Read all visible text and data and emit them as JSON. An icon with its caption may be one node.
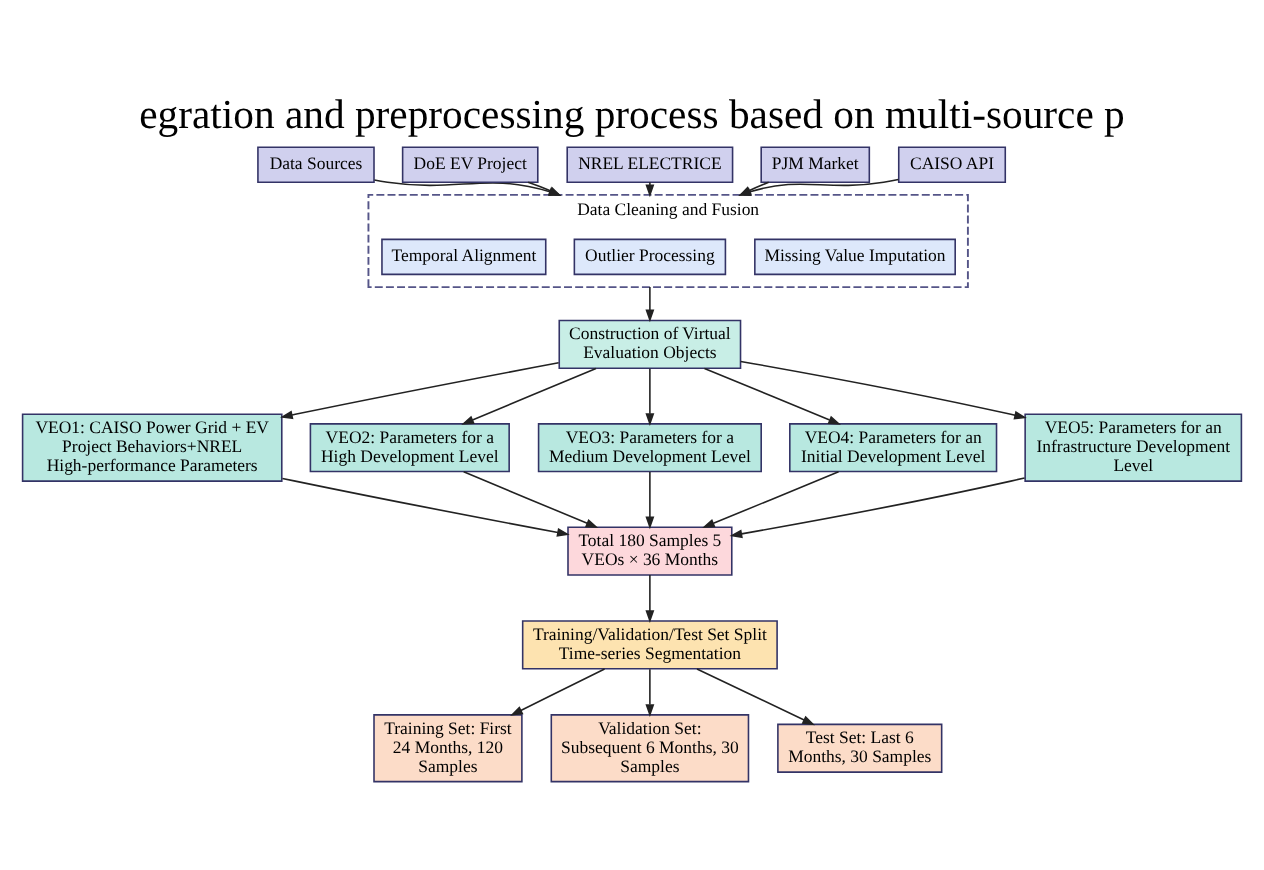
{
  "diagram": {
    "title": "egration and preprocessing process based on multi-source p",
    "nodes": [
      {
        "text": [
          "Data Sources"
        ]
      },
      {
        "text": [
          "DoE EV Project"
        ]
      },
      {
        "text": [
          "NREL ELECTRICE"
        ]
      },
      {
        "text": [
          "PJM Market"
        ]
      },
      {
        "text": [
          "CAISO API"
        ]
      },
      {
        "text": [
          "Data Cleaning and Fusion"
        ]
      },
      {
        "text": [
          "Missing Value Imputation"
        ],
        "in": 5
      },
      {
        "text": [
          "Outlier Processing"
        ],
        "in": 5
      },
      {
        "text": [
          "Temporal Alignment"
        ],
        "in": 5
      },
      {
        "text": [
          "Construction of Virtual Evaluation Objects"
        ]
      },
      {
        "text": [
          "VEO1: CAISO Power Grid + EV Project Behaviors+NREL High-performance Parameters"
        ]
      },
      {
        "text": [
          "VEO2: Parameters for a High Development Level"
        ]
      },
      {
        "text": [
          "VEO3: Parameters for a Medium Development Level"
        ]
      },
      {
        "text": [
          "VEO4: Parameters for an Initial Development Level"
        ]
      },
      {
        "text": [
          "VEO5: Parameters for an Infrastructure Development Level"
        ]
      },
      {
        "text": [
          "Total 180 Samples 5 VEOs × 36 Months"
        ]
      },
      {
        "text": [
          "Training/Validation/Test Set Split Time-series Segmentation"
        ]
      },
      {
        "text": [
          "Training Set: First 24 Months, 120 Samples"
        ]
      },
      {
        "text": [
          "Validation Set: Subsequent 6 Months, 30 Samples"
        ]
      },
      {
        "text": [
          "Test Set: Last 6 Months, 30 Samples"
        ]
      }
    ],
    "edges": [
      {
        "from": 0,
        "to": 5,
        "arrow": "to"
      },
      {
        "from": 1,
        "to": 5,
        "arrow": "to"
      },
      {
        "from": 2,
        "to": 5,
        "arrow": "to"
      },
      {
        "from": 3,
        "to": 5,
        "arrow": "to"
      },
      {
        "from": 4,
        "to": 5,
        "arrow": "to"
      },
      {
        "from": 5,
        "to": 9,
        "arrow": "to"
      },
      {
        "from": 9,
        "to": 10,
        "arrow": "to"
      },
      {
        "from": 9,
        "to": 11,
        "arrow": "to"
      },
      {
        "from": 9,
        "to": 12,
        "arrow": "to"
      },
      {
        "from": 9,
        "to": 13,
        "arrow": "to"
      },
      {
        "from": 9,
        "to": 14,
        "arrow": "to"
      },
      {
        "from": 10,
        "to": 15,
        "arrow": "to"
      },
      {
        "from": 11,
        "to": 15,
        "arrow": "to"
      },
      {
        "from": 12,
        "to": 15,
        "arrow": "to"
      },
      {
        "from": 13,
        "to": 15,
        "arrow": "to"
      },
      {
        "from": 14,
        "to": 15,
        "arrow": "to"
      },
      {
        "from": 15,
        "to": 16,
        "arrow": "to"
      },
      {
        "from": 16,
        "to": 17,
        "arrow": "to"
      },
      {
        "from": 16,
        "to": 18,
        "arrow": "to"
      },
      {
        "from": 16,
        "to": 19,
        "arrow": "to"
      }
    ]
  }
}
